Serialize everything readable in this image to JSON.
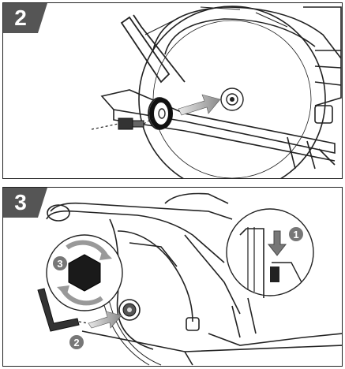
{
  "steps": [
    {
      "number": "2"
    },
    {
      "number": "3",
      "callouts": [
        "1",
        "2",
        "3"
      ]
    }
  ]
}
